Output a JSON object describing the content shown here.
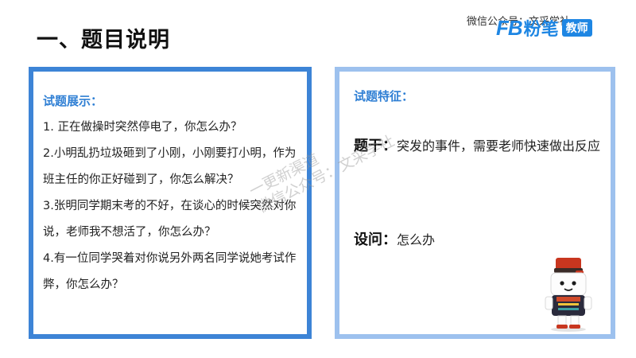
{
  "slide": {
    "title": "一、题目说明"
  },
  "header": {
    "wechat": "微信公众号：文采学社"
  },
  "brand": {
    "logo_latin": "FB",
    "logo_cn": "粉笔",
    "badge": "教师"
  },
  "left_panel": {
    "heading": "试题展示：",
    "questions": [
      "1. 正在做操时突然停电了，你怎么办？",
      "2.小明乱扔垃圾砸到了小刚，小刚要打小明，作为班主任的你正好碰到了，你怎么解决？",
      "3.张明同学期末考的不好，在谈心的时候突然对你说，老师我不想活了，你怎么办？",
      "4.有一位同学哭着对你说另外两名同学说她考试作弊，你怎么办？"
    ]
  },
  "right_panel": {
    "heading": "试题特征：",
    "stem_label": "题干：",
    "stem_text": "突发的事件，需要老师快速做出反应",
    "question_label": "设问：",
    "question_text": "怎么办"
  },
  "watermark": {
    "line1": "一更新渠道",
    "line2": "微信公众号：文采学社"
  },
  "colors": {
    "accent": "#3d84d6",
    "accent_light": "#9dc1ee",
    "heading_blue": "#2f7fd4"
  },
  "icons": {
    "mascot": "mascot-character-icon"
  }
}
